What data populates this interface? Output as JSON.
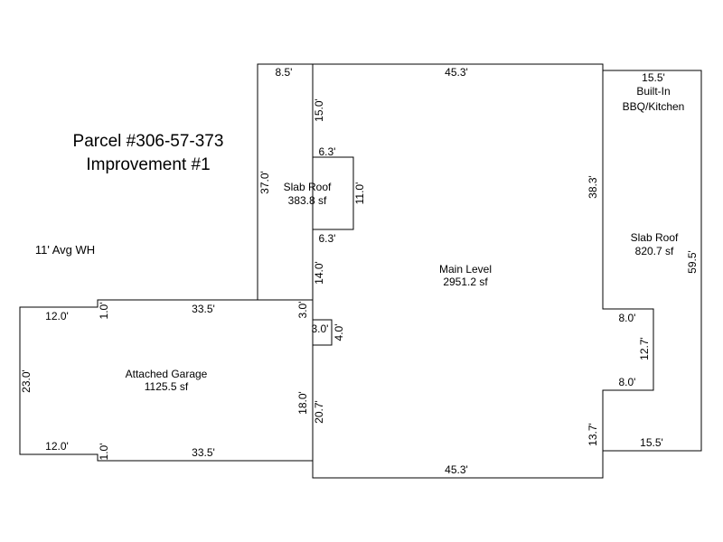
{
  "parcel": {
    "title": "Parcel #306-57-373",
    "subtitle": "Improvement #1",
    "note": "11' Avg WH"
  },
  "areas": {
    "main_name": "Main Level",
    "main_sf": "2951.2 sf",
    "slab_left_name": "Slab Roof",
    "slab_left_sf": "383.8 sf",
    "garage_name": "Attached Garage",
    "garage_sf": "1125.5 sf",
    "slab_right_name": "Slab Roof",
    "slab_right_sf": "820.7 sf",
    "bbq_line1": "Built-In",
    "bbq_line2": "BBQ/Kitchen"
  },
  "dims": {
    "top_main": "45.3'",
    "bottom_main": "45.3'",
    "top_slab_left": "8.5'",
    "slab_left_15": "15.0'",
    "slab_left_63a": "6.3'",
    "slab_left_11": "11.0'",
    "slab_left_63b": "6.3'",
    "slab_left_37": "37.0'",
    "main_14": "14.0'",
    "main_30": "3.0'",
    "main_30b": "3.0'",
    "main_40": "4.0'",
    "main_207": "20.7'",
    "garage_180": "18.0'",
    "garage_335a": "33.5'",
    "garage_335b": "33.5'",
    "garage_120a": "12.0'",
    "garage_120b": "12.0'",
    "garage_10a": "1.0'",
    "garage_10b": "1.0'",
    "garage_230": "23.0'",
    "right_383": "38.3'",
    "right_80a": "8.0'",
    "right_127": "12.7'",
    "right_80b": "8.0'",
    "right_137": "13.7'",
    "right_155a": "15.5'",
    "right_155b": "15.5'",
    "right_595": "59.5'"
  }
}
